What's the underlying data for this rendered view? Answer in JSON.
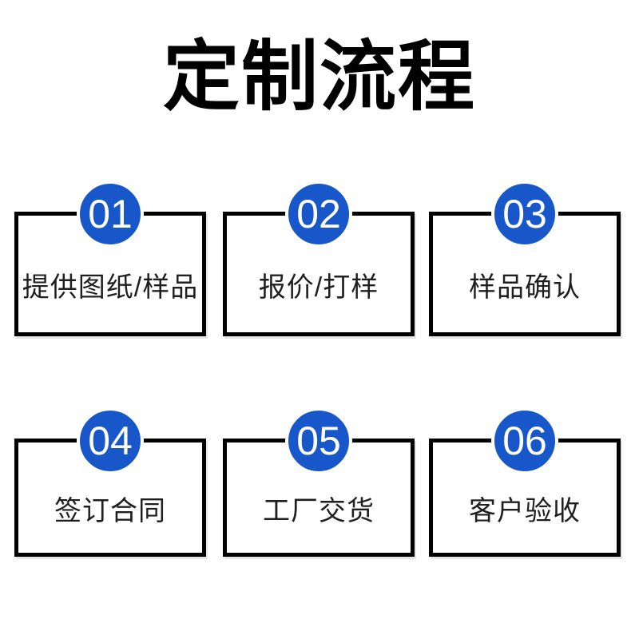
{
  "title": "定制流程",
  "colors": {
    "accent_blue": "#1757c9",
    "border_black": "#000000",
    "text_dark": "#1f1f1f",
    "background": "#ffffff"
  },
  "steps": [
    {
      "number": "01",
      "label": "提供图纸/样品"
    },
    {
      "number": "02",
      "label": "报价/打样"
    },
    {
      "number": "03",
      "label": "样品确认"
    },
    {
      "number": "04",
      "label": "签订合同"
    },
    {
      "number": "05",
      "label": "工厂交货"
    },
    {
      "number": "06",
      "label": "客户验收"
    }
  ]
}
